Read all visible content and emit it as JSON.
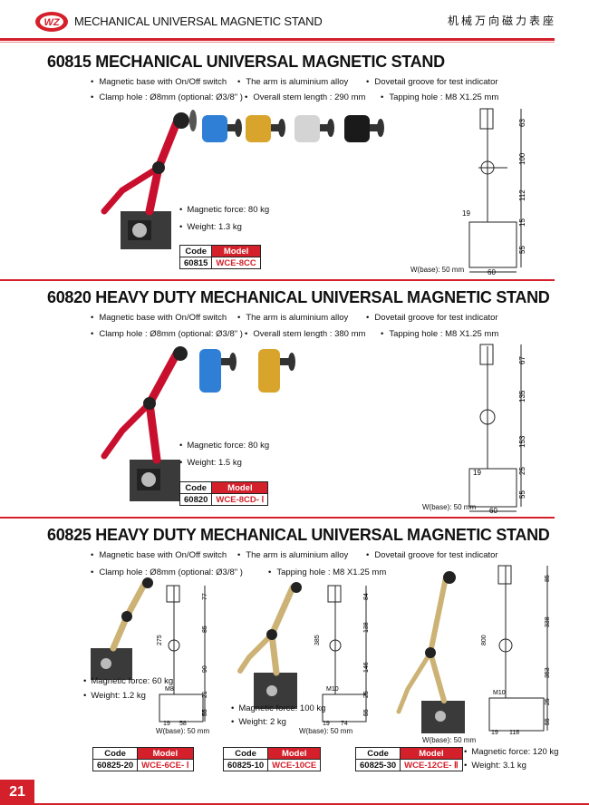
{
  "header": {
    "logo_text": "WZ",
    "title": "MECHANICAL UNIVERSAL  MAGNETIC STAND",
    "title_cn": "机械万向磁力表座"
  },
  "sections": [
    {
      "title": "60815  MECHANICAL UNIVERSAL MAGNETIC STAND",
      "features": [
        "Magnetic base with On/Off switch",
        "The arm is aluminium alloy",
        "Dovetail groove for test indicator"
      ],
      "features2": [
        "Clamp hole : Ø8mm (optional: Ø3/8\" )",
        "Overall stem length : 290 mm",
        "Tapping hole : M8 X1.25 mm"
      ],
      "specs": [
        "Magnetic force: 80 kg",
        "Weight: 1.3 kg"
      ],
      "table": {
        "h1": "Code",
        "h2": "Model",
        "v1": "60815",
        "v2": "WCE-8CC"
      },
      "wbase": "W(base): 50 mm",
      "dims": [
        "63",
        "100",
        "112",
        "15",
        "55",
        "19",
        "60"
      ]
    },
    {
      "title": "60820  HEAVY DUTY MECHANICAL UNIVERSAL MAGNETIC STAND",
      "features": [
        "Magnetic base with On/Off switch",
        "The arm is aluminium alloy",
        "Dovetail groove for test indicator"
      ],
      "features2": [
        "Clamp hole : Ø8mm (optional: Ø3/8\" )",
        "Overall stem length : 380 mm",
        "Tapping hole : M8 X1.25 mm"
      ],
      "specs": [
        "Magnetic force: 80 kg",
        "Weight: 1.5 kg"
      ],
      "table": {
        "h1": "Code",
        "h2": "Model",
        "v1": "60820",
        "v2": "WCE-8CD- Ⅰ"
      },
      "wbase": "W(base): 50 mm",
      "dims": [
        "67",
        "135",
        "153",
        "25",
        "55",
        "19",
        "60"
      ]
    },
    {
      "title": "60825  HEAVY DUTY MECHANICAL UNIVERSAL MAGNETIC STAND",
      "features": [
        "Magnetic base with On/Off switch",
        "The arm is aluminium alloy",
        "Dovetail groove for test indicator"
      ],
      "features2": [
        "Clamp hole : Ø8mm (optional: Ø3/8\" )",
        "Tapping hole : M8 X1.25 mm"
      ],
      "variants": [
        {
          "specs": [
            "Magnetic force: 60 kg",
            "Weight: 1.2 kg"
          ],
          "table": {
            "h1": "Code",
            "h2": "Model",
            "v1": "60825-20",
            "v2": "WCE-6CE- Ⅰ"
          },
          "wbase": "W(base): 50 mm",
          "dims": [
            "77",
            "85",
            "90",
            "275",
            "21",
            "55",
            "19",
            "58",
            "M8"
          ]
        },
        {
          "specs": [
            "Magnetic force: 100 kg",
            "Weight: 2 kg"
          ],
          "table": {
            "h1": "Code",
            "h2": "Model",
            "v1": "60825-10",
            "v2": "WCE-10CE"
          },
          "wbase": "W(base): 50 mm",
          "dims": [
            "84",
            "138",
            "146",
            "385",
            "25",
            "55",
            "19",
            "74",
            "M10"
          ]
        },
        {
          "specs": [
            "Magnetic force: 120 kg",
            "Weight: 3.1 kg"
          ],
          "table": {
            "h1": "Code",
            "h2": "Model",
            "v1": "60825-30",
            "v2": "WCE-12CE- Ⅱ"
          },
          "wbase": "W(base): 50 mm",
          "dims": [
            "85",
            "338",
            "353",
            "800",
            "25",
            "55",
            "19",
            "118",
            "M10"
          ]
        }
      ]
    }
  ],
  "page_number": "21",
  "colors": {
    "accent": "#d4202a",
    "arm_red": "#c8102e",
    "arm_blue": "#2f7fd6",
    "arm_gold": "#d9a42c",
    "arm_silver": "#d4d4d4"
  }
}
